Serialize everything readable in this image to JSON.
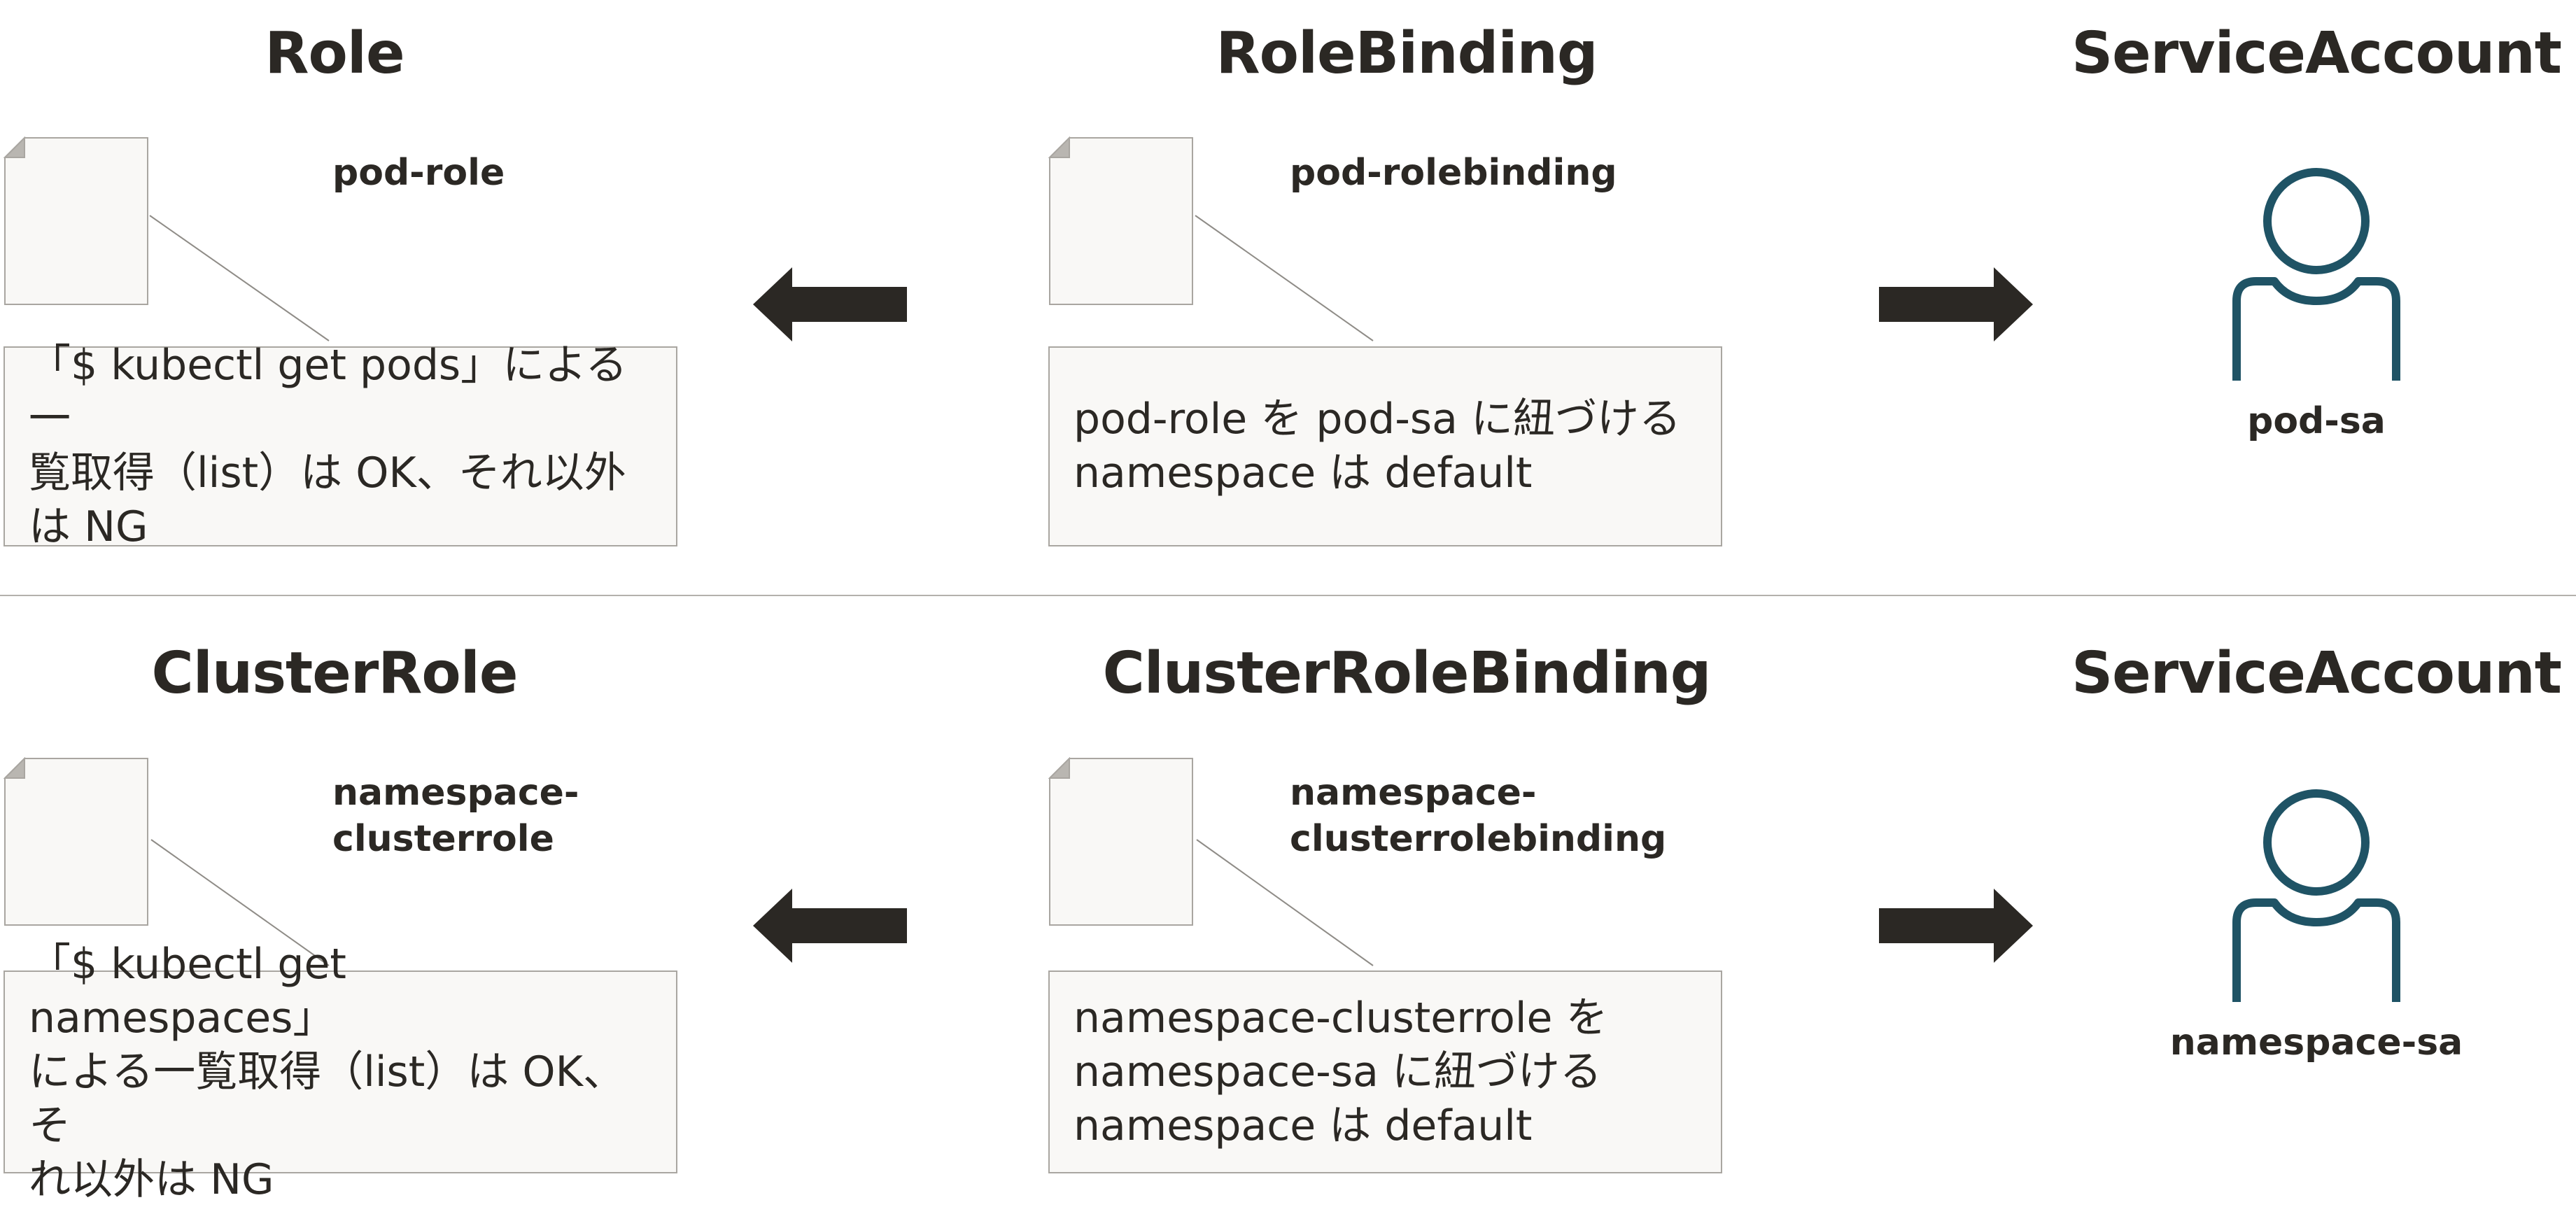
{
  "colors": {
    "text": "#2b2824",
    "arrow": "#2b2824",
    "person": "#1f5365",
    "box_fill": "#f9f8f6",
    "box_border": "#a9a6a1",
    "divider": "#b4b1ac"
  },
  "top": {
    "role": {
      "heading": "Role",
      "name": "pod-role",
      "description": "「$ kubectl get pods」による一\n覧取得（list）は OK、それ以外\nは NG"
    },
    "binding": {
      "heading": "RoleBinding",
      "name": "pod-rolebinding",
      "description": "pod-role を pod-sa に紐づける\nnamespace は default"
    },
    "account": {
      "heading": "ServiceAccount",
      "name": "pod-sa"
    }
  },
  "bottom": {
    "role": {
      "heading": "ClusterRole",
      "name": "namespace-\nclusterrole",
      "description": "「$ kubectl get namespaces」\nによる一覧取得（list）は OK、そ\nれ以外は NG"
    },
    "binding": {
      "heading": "ClusterRoleBinding",
      "name": "namespace-\nclusterrolebinding",
      "description": "namespace-clusterrole を\nnamespace-sa に紐づける\nnamespace は default"
    },
    "account": {
      "heading": "ServiceAccount",
      "name": "namespace-sa"
    }
  }
}
